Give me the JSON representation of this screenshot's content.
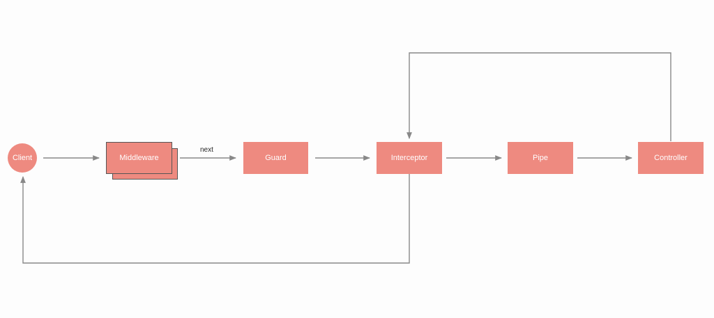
{
  "theme": {
    "node_fill": "#ee8a80",
    "node_text": "#ffffff",
    "edge_color": "#888888",
    "background": "#fdfdfd"
  },
  "nodes": {
    "client": "Client",
    "middleware": "Middleware",
    "guard": "Guard",
    "interceptor": "Interceptor",
    "pipe": "Pipe",
    "controller": "Controller"
  },
  "edges": {
    "middleware_to_guard_label": "next"
  }
}
